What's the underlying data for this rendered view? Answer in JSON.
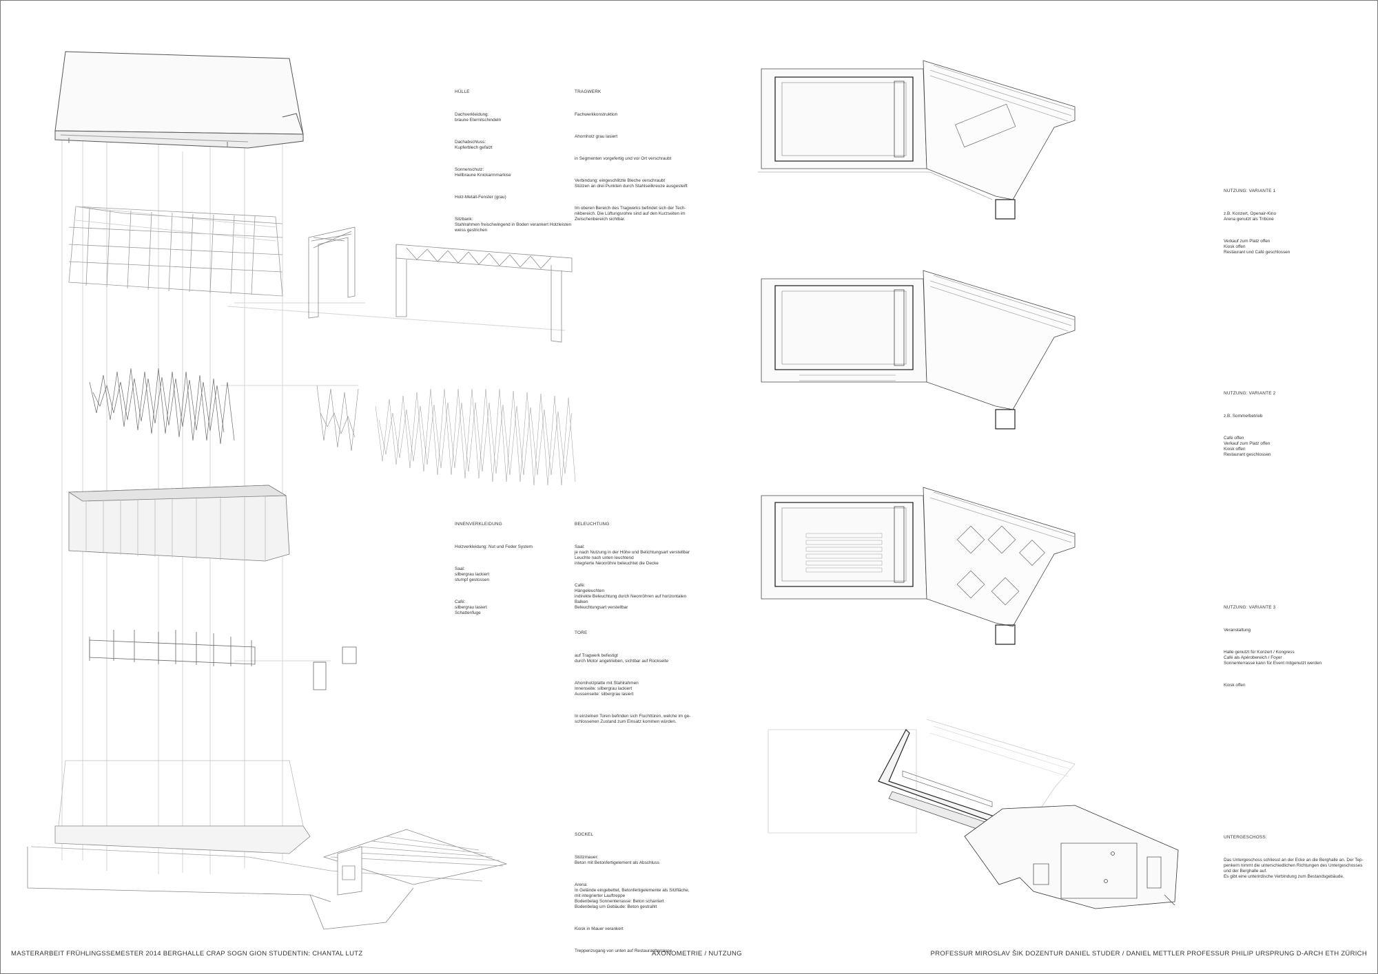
{
  "blocks": {
    "huelle": {
      "heading": "HÜLLE",
      "paras": [
        "Dachverkleidung:\nbraune Eternitschindeln",
        "Dachabschluss:\nKupferblech gefalzt",
        "Sonnenschutz:\nHellbraune Knickarmmarkise",
        "Holz-Metall-Fenster (grau)",
        "Sitzbank:\nStahlrahmen freischwingend in Boden verankert Holzleisten\nweiss gestrichen"
      ]
    },
    "tragwerk": {
      "heading": "TRAGWERK",
      "paras": [
        "Fachwerkkonstruktion",
        "Ahornholz grau lasiert",
        "in Segmenten vorgefertig und vor Ort verschraubt",
        "Verbindung: eingeschlitzte Bleche verschraubt\nStützen an drei Punkten durch Stahlseilkreuze ausgesteift",
        "Im oberen Bereich des Tragwerks befindet sich der Tech-\nnikbereich. Die Lüftungsrohre sind auf den Kurzseiten im\nZwischenbereich sichtbar."
      ]
    },
    "innenverkleidung": {
      "heading": "INNENVERKLEIDUNG",
      "paras": [
        "Holzverkleidung: Nut und Feder System",
        "Saal:\nsilbergrau lackiert\nstumpf gestossen",
        "Café:\nsilbergrau lasiert\nSchattenfuge"
      ]
    },
    "beleuchtung": {
      "heading": "BELEUCHTUNG",
      "paras": [
        "Saal:\nje nach Nutzung in der Höhe und Belichtungsart verstellbar\nLeuchte nach unten leuchtend\nintegrierte Neonröhre beleuchtet die Decke",
        "Café:\nHängeleuchten\nindirekte Beleuchtung durch Neonröhren auf horizontalen\nBalken\nBeleuchtungsart verstellbar"
      ]
    },
    "tore": {
      "heading": "TORE",
      "paras": [
        "auf Tragwerk befestigt\ndurch Motor angetrieben, sichtbar auf Rückseite",
        "Ahornholzplatte mit Stahlrahmen\nInnenseite: silbergrau lackiert\nAussenseite: silbergrau lasiert",
        "In einzelnen Toren befinden sich Fluchttüren, welche im ge-\nschlossenen Zustand zum Einsatz kommen würden."
      ]
    },
    "sockel": {
      "heading": "SOCKEL",
      "paras": [
        "Stützmauer:\nBeton mit Betonfertigelement als Abschluss",
        "Arena:\nIn Gelände eingebettet, Betonfertigelemente als Sitzfläche,\nmit integrierter Lauftreppe\nBodenbelag Sonnenterrasse: Beton scharriert\nBodenbelag um Gebäude: Beton gestrahlt",
        "Kiosk in Mauer verankert",
        "Treppenzugang von unten auf Restaurantterrasse"
      ]
    },
    "variante1": {
      "heading": "NUTZUNG: VARIANTE 1",
      "paras": [
        "z.B. Konzert, Openair-Kino\nArena genutzt als Tribüne",
        "Verkauf zum Platz offen\nKiosk offen\nRestaurant und Café geschlossen"
      ]
    },
    "variante2": {
      "heading": "NUTZUNG: VARIANTE 2",
      "paras": [
        "z.B. Sommerbetrieb",
        "Café offen\nVerkauf zum Platz offen\nKiosk offen\nRestaurant geschlossen"
      ]
    },
    "variante3": {
      "heading": "NUTZUNG: VARIANTE 3",
      "paras": [
        "Veranstaltung",
        "Halle genutzt für Konzert / Kongress\nCafé als Apérobereich / Foyer\nSonnenterrasse kann für Event mitgenutzt werden",
        "Kiosk offen"
      ]
    },
    "untergeschoss": {
      "heading": "UNTERGESCHOSS:",
      "paras": [
        "Das Untergeschoss schliesst an der Ecke an die Berghalle an. Der Tep-\npenkern nimmt die unterschiedlichen Richtungen des Untergeschosses\nund der Berghalle auf.\nEs gibt eine unterirdische Verbindung zum Bestandsgebäude."
      ]
    }
  },
  "footer": {
    "left": "MASTERARBEIT    FRÜHLINGSSEMESTER 2014    BERGHALLE CRAP SOGN GION    STUDENTIN: CHANTAL LUTZ",
    "center": "AXONOMETRIE / NUTZUNG",
    "right": "PROFESSUR MIROSLAV ŠIK    DOZENTUR DANIEL STUDER / DANIEL METTLER    PROFESSUR PHILIP URSPRUNG    D-ARCH  ETH ZÜRICH"
  }
}
